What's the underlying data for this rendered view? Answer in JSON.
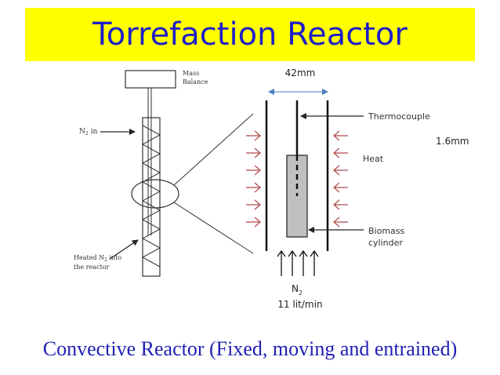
{
  "title": "Torrefaction Reactor",
  "caption": "Convective Reactor (Fixed, moving and entrained)",
  "left_diagram": {
    "mass_balance_line1": "Mass",
    "mass_balance_line2": "Balance",
    "n2_in_main": "N",
    "n2_in_sub": "2",
    "n2_in_tail": " in",
    "heated_line1_main": "Heated N",
    "heated_line1_sub": "2",
    "heated_line1_tail": " into",
    "heated_line2": "the reactor"
  },
  "right_diagram": {
    "width_label": "42mm",
    "wall_label": "1.6mm",
    "thermocouple_label": "Thermocouple",
    "heat_label": "Heat",
    "biomass_line1": "Biomass",
    "biomass_line2": "cylinder",
    "n2_main": "N",
    "n2_sub": "2",
    "flow_label": "11 lit/min"
  },
  "colors": {
    "title_bg": "#ffff00",
    "title_text": "#1f1fc8",
    "caption_text": "#1f1fb4",
    "heat_arrows": "#b04848",
    "dimension_arrow": "#4a7fc0"
  }
}
